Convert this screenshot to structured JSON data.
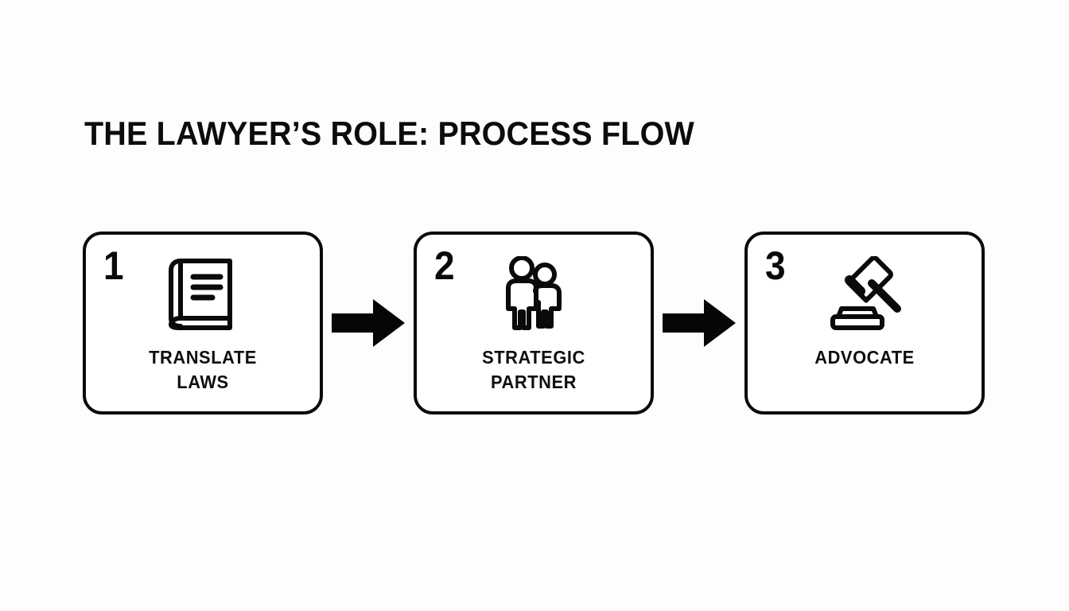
{
  "page": {
    "background_color": "#fdfdfd",
    "ink_color": "#0a0a0a",
    "title": "THE LAWYER’S ROLE: PROCESS FLOW"
  },
  "flow": {
    "steps": [
      {
        "number": "1",
        "icon": "book-icon",
        "label": "TRANSLATE LAWS",
        "label_line_1": "TRANSLATE",
        "label_line_2": "LAWS"
      },
      {
        "number": "2",
        "icon": "two-people-icon",
        "label": "STRATEGIC PARTNER",
        "label_line_1": "STRATEGIC",
        "label_line_2": "PARTNER"
      },
      {
        "number": "3",
        "icon": "gavel-icon",
        "label": "ADVOCATE",
        "label_line_1": "ADVOCATE",
        "label_line_2": ""
      }
    ],
    "connectors": [
      {
        "icon": "arrow-right-icon",
        "direction": "right"
      },
      {
        "icon": "arrow-right-icon",
        "direction": "right"
      }
    ]
  }
}
